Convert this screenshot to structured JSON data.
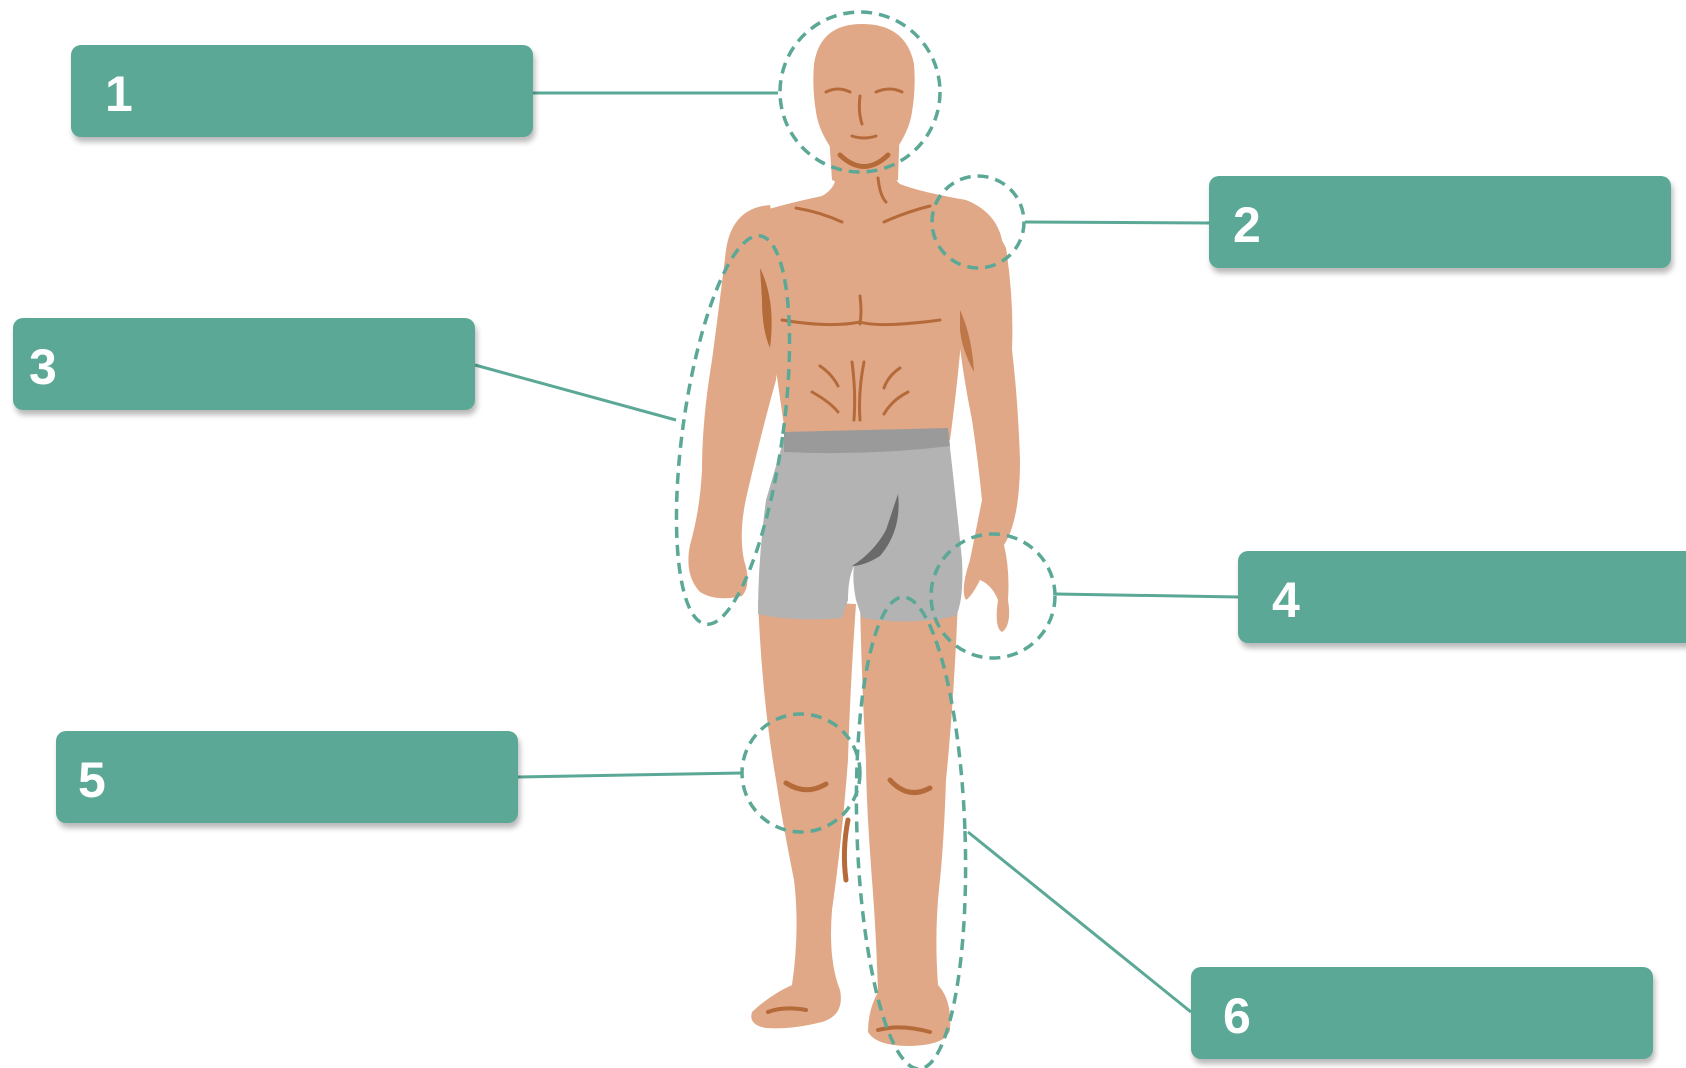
{
  "labels": [
    {
      "number": "1"
    },
    {
      "number": "2"
    },
    {
      "number": "3"
    },
    {
      "number": "4"
    },
    {
      "number": "5"
    },
    {
      "number": "6"
    }
  ],
  "colors": {
    "label_fill": "#5ba896",
    "label_text": "#ffffff",
    "connector": "#5ba896",
    "skin": "#e0a887",
    "skin_shadow": "#b56a3a",
    "shorts": "#b3b3b3",
    "waistband": "#9a9a9a"
  },
  "figure": {
    "subject": "male-body-front-view"
  }
}
